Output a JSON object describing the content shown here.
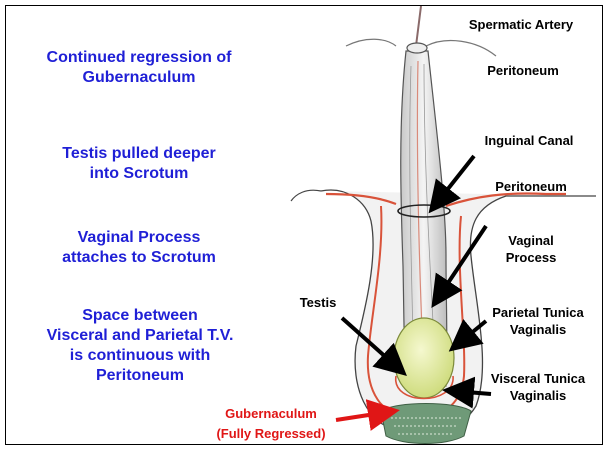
{
  "captions": [
    "Continued regression of\nGubernaculum",
    "Testis pulled deeper\ninto Scrotum",
    "Vaginal Process\nattaches to Scrotum",
    "Space between\nVisceral and Parietal T.V.\nis continuous with\nPeritoneum"
  ],
  "labels": {
    "spermatic_artery": "Spermatic Artery",
    "peritoneum_top": "Peritoneum",
    "inguinal_canal": "Inguinal Canal",
    "peritoneum_mid": "Peritoneum",
    "vaginal_process": "Vaginal\nProcess",
    "testis": "Testis",
    "parietal_tv": "Parietal Tunica\nVaginalis",
    "visceral_tv": "Visceral Tunica\nVaginalis",
    "gubernaculum": "Gubernaculum\n(Fully Regressed)"
  },
  "colors": {
    "caption_blue": "#1f1fd6",
    "label_red": "#e01616",
    "artery_red": "#d9533a",
    "testis_yellow": "#e9f0a8",
    "gubernaculum_green": "#6f9a78"
  },
  "icons": [
    "arrow-icon"
  ]
}
